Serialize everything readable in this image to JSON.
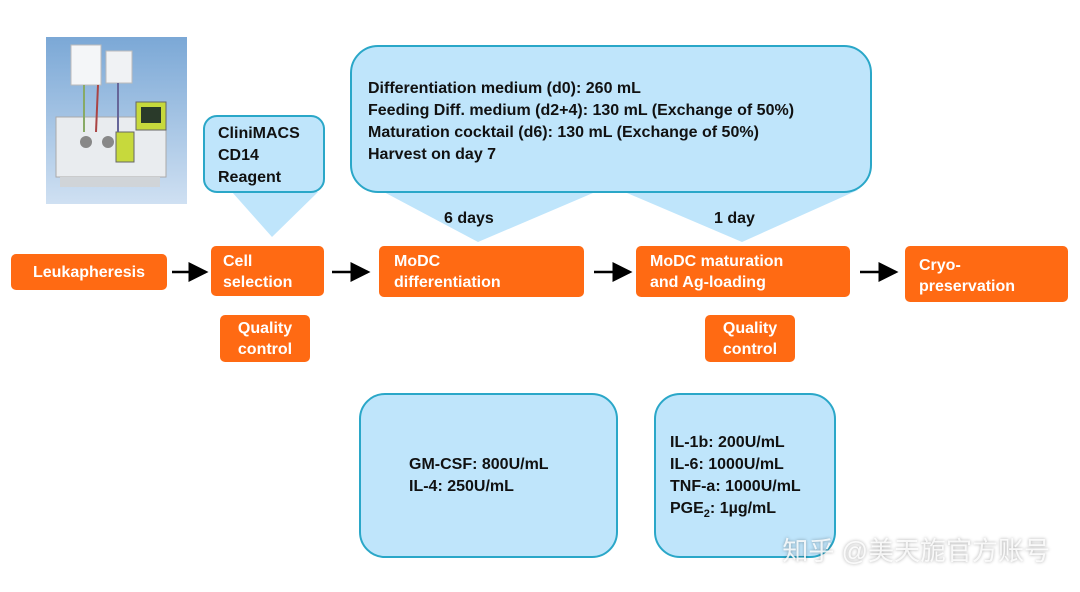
{
  "device_image": {
    "name": "CliniMACS Prodigy device"
  },
  "callouts": {
    "reagent": [
      "CliniMACS",
      "CD14",
      "Reagent"
    ],
    "medium": [
      "Differentiation medium (d0): 260 mL",
      "Feeding Diff. medium (d2+4): 130 mL (Exchange of 50%)",
      "Maturation cocktail (d6): 130 mL (Exchange of 50%)",
      "Harvest on day 7"
    ],
    "differentiation_cytokines": [
      "GM-CSF: 800U/mL",
      "IL-4: 250U/mL"
    ],
    "maturation_cytokines": [
      "IL-1b: 200U/mL",
      "IL-6: 1000U/mL",
      "TNF-a: 1000U/mL"
    ],
    "pge2": {
      "prefix": "PGE",
      "sub": "2",
      "suffix": ": 1µg/mL"
    }
  },
  "durations": {
    "differentiation": "6 days",
    "maturation": "1 day"
  },
  "steps": {
    "leukapheresis": "Leukapheresis",
    "cell_selection": [
      "Cell",
      "selection"
    ],
    "modc_differentiation": [
      "MoDC",
      "differentiation"
    ],
    "modc_maturation": [
      "MoDC maturation",
      "and Ag-loading"
    ],
    "cryopreservation": [
      "Cryo-",
      "preservation"
    ]
  },
  "quality_control": [
    "Quality",
    "control"
  ],
  "watermark": "知乎 @美天旎官方账号",
  "colors": {
    "orange": "#ff6a13",
    "blue_fill": "#bfe5fb",
    "blue_border": "#2aa7c8"
  }
}
